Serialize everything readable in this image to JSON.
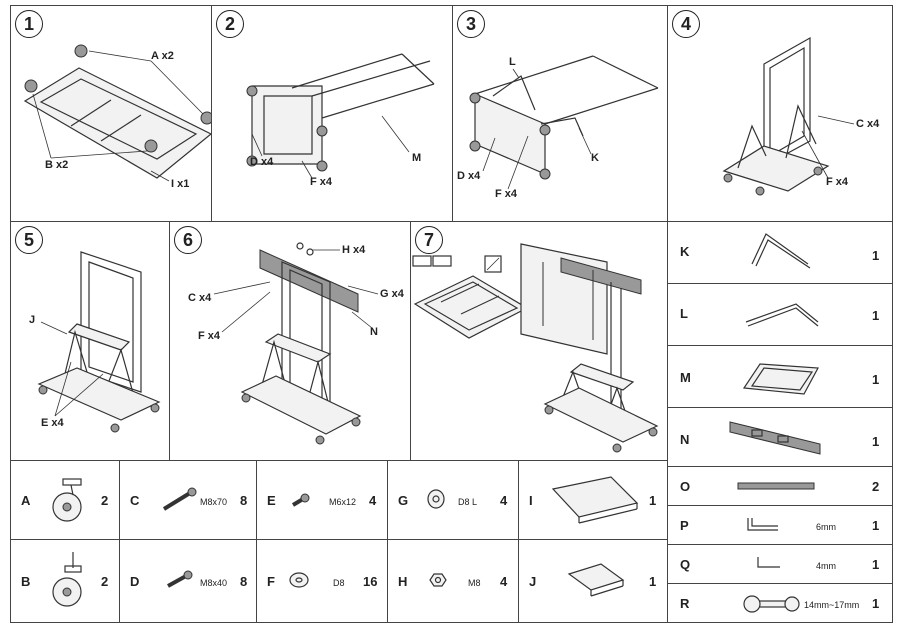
{
  "steps": [
    {
      "number": "1",
      "callouts": [
        "A x2",
        "B x2",
        "I x1"
      ]
    },
    {
      "number": "2",
      "callouts": [
        "D x4",
        "F x4",
        "M"
      ]
    },
    {
      "number": "3",
      "callouts": [
        "L",
        "K",
        "D x4",
        "F x4"
      ]
    },
    {
      "number": "4",
      "callouts": [
        "C x4",
        "F x4"
      ]
    },
    {
      "number": "5",
      "callouts": [
        "J",
        "E x4"
      ]
    },
    {
      "number": "6",
      "callouts": [
        "H x4",
        "G x4",
        "C x4",
        "F x4",
        "N"
      ]
    },
    {
      "number": "7",
      "callouts": []
    }
  ],
  "parts_right": [
    {
      "letter": "K",
      "qty": "1",
      "size": ""
    },
    {
      "letter": "L",
      "qty": "1",
      "size": ""
    },
    {
      "letter": "M",
      "qty": "1",
      "size": ""
    },
    {
      "letter": "N",
      "qty": "1",
      "size": ""
    },
    {
      "letter": "O",
      "qty": "2",
      "size": ""
    },
    {
      "letter": "P",
      "qty": "1",
      "size": "6mm"
    },
    {
      "letter": "Q",
      "qty": "1",
      "size": "4mm"
    },
    {
      "letter": "R",
      "qty": "1",
      "size": "14mm~17mm"
    }
  ],
  "parts_bottom": [
    {
      "letter": "A",
      "qty": "2",
      "size": ""
    },
    {
      "letter": "B",
      "qty": "2",
      "size": ""
    },
    {
      "letter": "C",
      "qty": "8",
      "size": "M8x70"
    },
    {
      "letter": "D",
      "qty": "8",
      "size": "M8x40"
    },
    {
      "letter": "E",
      "qty": "4",
      "size": "M6x12"
    },
    {
      "letter": "F",
      "qty": "16",
      "size": "D8"
    },
    {
      "letter": "G",
      "qty": "4",
      "size": "D8  L"
    },
    {
      "letter": "H",
      "qty": "4",
      "size": "M8"
    },
    {
      "letter": "I",
      "qty": "1",
      "size": ""
    },
    {
      "letter": "J",
      "qty": "1",
      "size": ""
    }
  ]
}
